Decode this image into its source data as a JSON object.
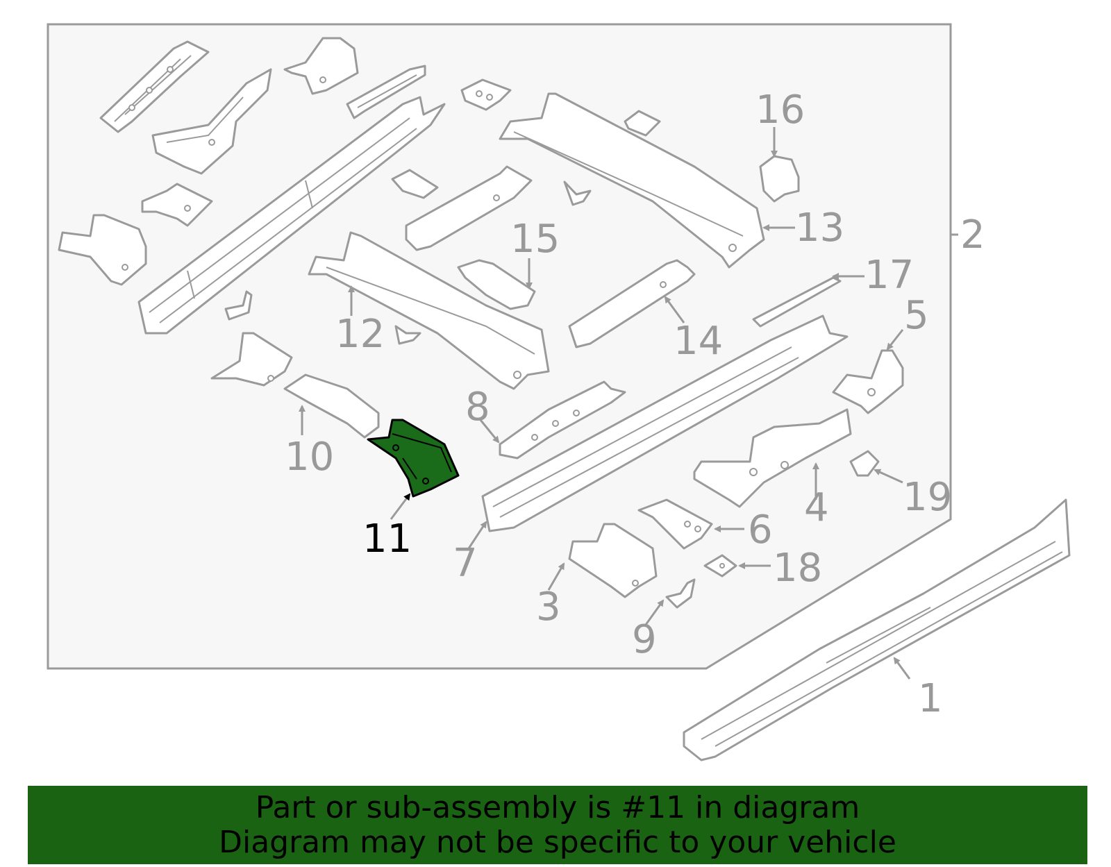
{
  "diagram": {
    "highlight_color": "#1a6b1a",
    "panel_color": "#f7f7f7",
    "line_color": "#9a9a9a",
    "callouts": {
      "c1": "1",
      "c2": "2",
      "c3": "3",
      "c4": "4",
      "c5": "5",
      "c6": "6",
      "c7": "7",
      "c8": "8",
      "c9": "9",
      "c10": "10",
      "c11": "11",
      "c12": "12",
      "c13": "13",
      "c14": "14",
      "c15": "15",
      "c16": "16",
      "c17": "17",
      "c18": "18",
      "c19": "19"
    },
    "highlighted_callout": "11"
  },
  "banner": {
    "line1": "Part or sub-assembly is #11 in diagram",
    "line2": "Diagram may not be specific to your vehicle",
    "background": "#1a6312"
  }
}
